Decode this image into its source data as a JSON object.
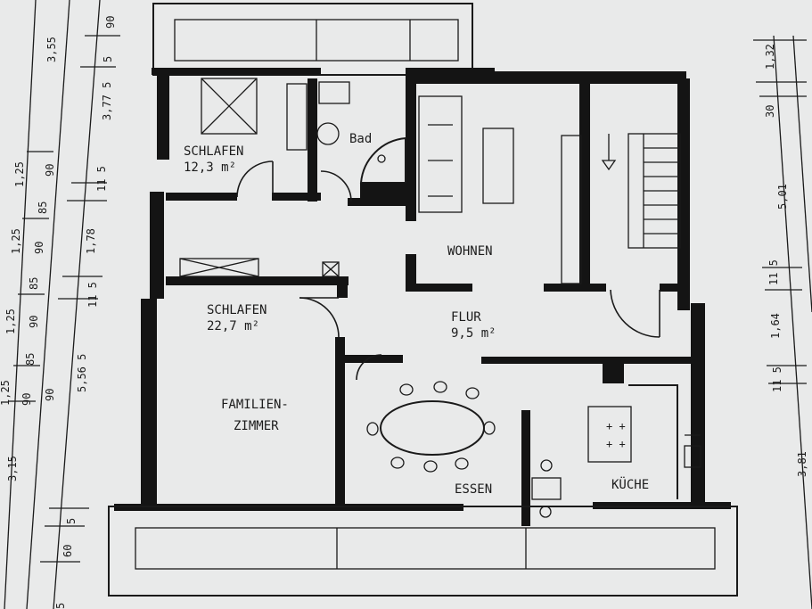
{
  "rooms": {
    "schlafen_small": {
      "name": "SCHLAFEN",
      "area": "12,3 m²"
    },
    "bad": {
      "name": "Bad"
    },
    "wohnen": {
      "name": "WOHNEN"
    },
    "schlafen_large": {
      "name": "SCHLAFEN",
      "area": "22,7 m²"
    },
    "flur": {
      "name": "FLUR",
      "area": "9,5 m²"
    },
    "familien": {
      "line1": "FAMILIEN-",
      "line2": "ZIMMER"
    },
    "essen": {
      "name": "ESSEN"
    },
    "kueche": {
      "name": "KÜCHE"
    }
  },
  "dimensions_left_outer": [
    "3,55",
    "3,77 5",
    "5,56 5",
    "3,15"
  ],
  "dimensions_left_inner": [
    "90",
    "5",
    "11 5",
    "1,78",
    "11 5",
    "90",
    "5",
    "60",
    "5"
  ],
  "dimensions_left_far": [
    "1,25",
    "90",
    "85",
    "1,25",
    "90",
    "85",
    "1,25",
    "90",
    "85",
    "1,25",
    "90"
  ],
  "dimensions_right": [
    "1,32",
    "30",
    "5,01",
    "11 5",
    "1,64",
    "11 5",
    "3,81"
  ],
  "colors": {
    "paper": "#e9eaea",
    "ink": "#141414"
  }
}
